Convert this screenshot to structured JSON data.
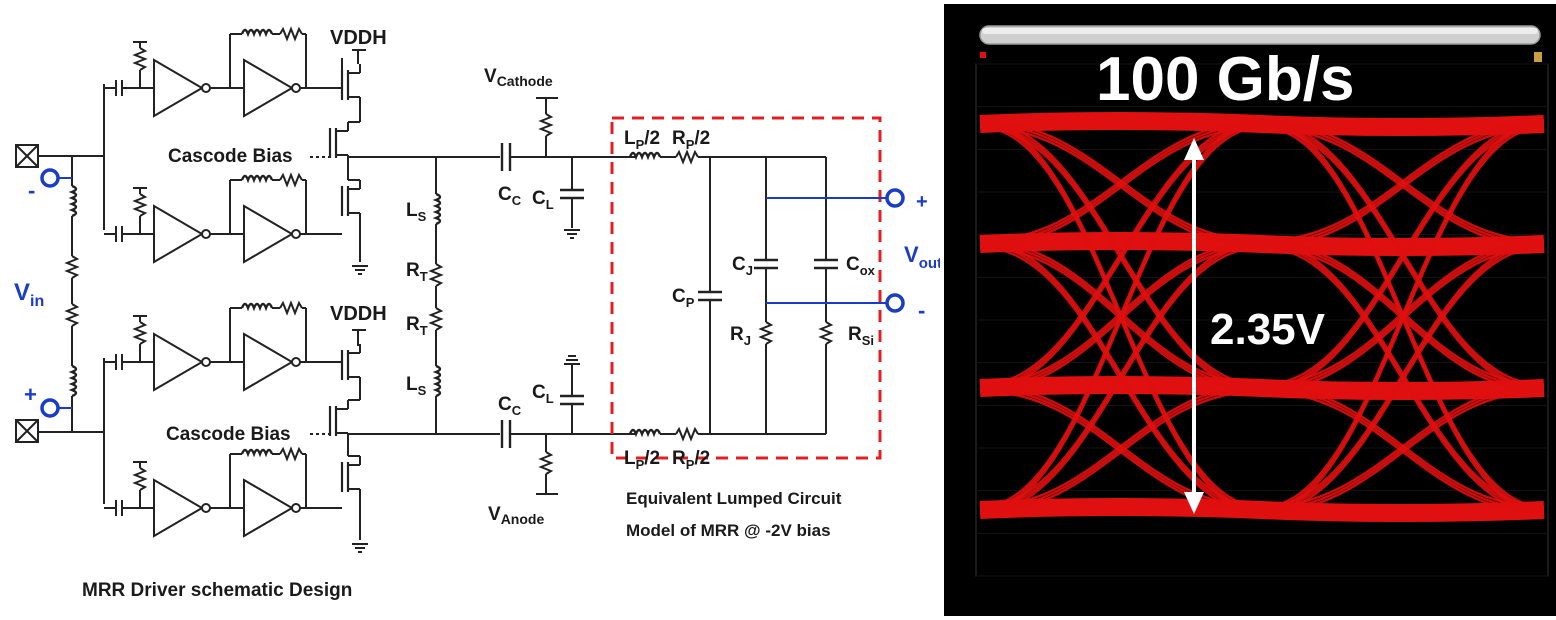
{
  "schematic": {
    "vddh_top": "VDDH",
    "vddh_bottom": "VDDH",
    "cascode_bias_top": "Cascode Bias",
    "cascode_bias_bottom": "Cascode Bias",
    "v_cathode": "V",
    "v_cathode_sub": "Cathode",
    "v_anode": "V",
    "v_anode_sub": "Anode",
    "cc_top": "C",
    "cc_top_sub": "C",
    "cc_bottom": "C",
    "cc_bottom_sub": "C",
    "cl_top": "C",
    "cl_top_sub": "L",
    "cl_bottom": "C",
    "cl_bottom_sub": "L",
    "ls_top": "L",
    "ls_top_sub": "S",
    "ls_bottom": "L",
    "ls_bottom_sub": "S",
    "rt_top": "R",
    "rt_top_sub": "T",
    "rt_bottom": "R",
    "rt_bottom_sub": "T",
    "vin": "V",
    "vin_sub": "in",
    "vin_minus": "-",
    "vin_plus": "+",
    "caption_left": "MRR Driver schematic Design"
  },
  "mrr_model": {
    "lp_top": "L",
    "lp_top_sub": "P",
    "lp_top_div": "/2",
    "rp_top": "R",
    "rp_top_sub": "P",
    "rp_top_div": "/2",
    "lp_bottom": "L",
    "lp_bottom_sub": "P",
    "lp_bottom_div": "/2",
    "rp_bottom": "R",
    "rp_bottom_sub": "P",
    "rp_bottom_div": "/2",
    "cp": "C",
    "cp_sub": "P",
    "cj": "C",
    "cj_sub": "J",
    "cox": "C",
    "cox_sub": "ox",
    "rj": "R",
    "rj_sub": "J",
    "rsi": "R",
    "rsi_sub": "Si",
    "vout": "V",
    "vout_sub": "out",
    "vout_plus": "+",
    "vout_minus": "-",
    "caption_line1": "Equivalent Lumped Circuit",
    "caption_line2": "Model of MRR @ -2V bias"
  },
  "eye_diagram": {
    "data_rate": "100 Gb/s",
    "eye_height": "2.35V",
    "colors": {
      "eye": "#e01010",
      "background": "#000000",
      "arrow": "#ffffff",
      "annotation_in": "#1a3cc8"
    }
  }
}
